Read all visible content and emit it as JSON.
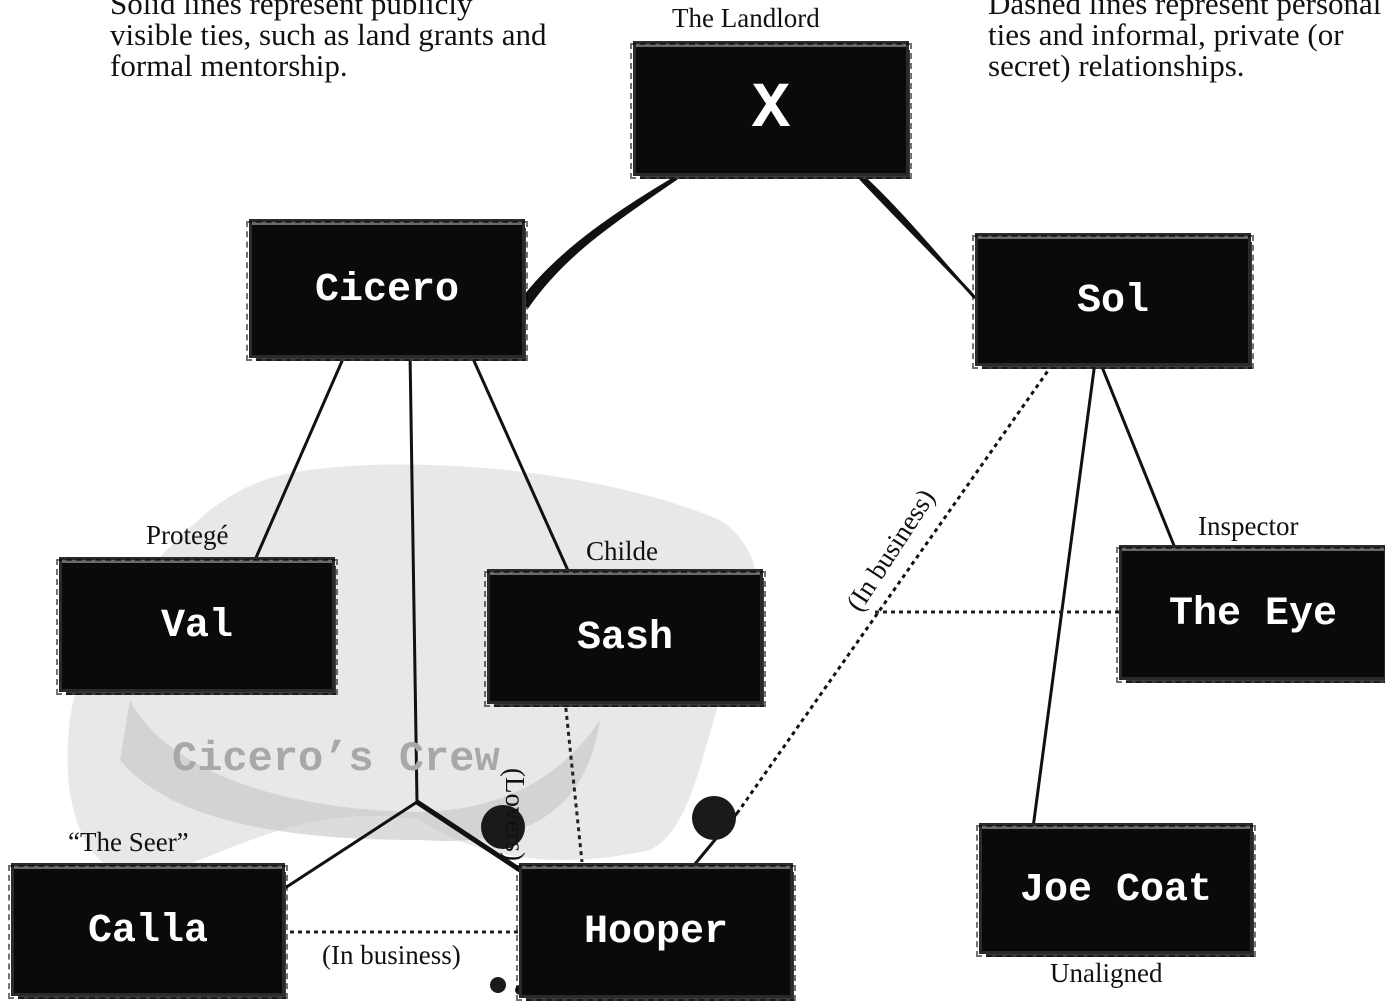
{
  "legend": {
    "solid_note": "Solid lines represent publicly visible ties, such as land grants and formal mentorship.",
    "dashed_note": "Dashed lines represent personal ties and informal, private (or secret) relationships."
  },
  "group_label": "Cicero’s Crew",
  "nodes": {
    "x": {
      "name": "X",
      "role": "The Landlord"
    },
    "cicero": {
      "name": "Cicero",
      "role": ""
    },
    "sol": {
      "name": "Sol",
      "role": ""
    },
    "val": {
      "name": "Val",
      "role": "Protegé"
    },
    "sash": {
      "name": "Sash",
      "role": "Childe"
    },
    "the_eye": {
      "name": "The Eye",
      "role": "Inspector"
    },
    "calla": {
      "name": "Calla",
      "role": "“The Seer”"
    },
    "hooper": {
      "name": "Hooper",
      "role": ""
    },
    "joe_coat": {
      "name": "Joe Coat",
      "role": "Unaligned"
    }
  },
  "relationships": {
    "lovers": "(Lovers)",
    "in_business_sol_hooper": "(In business)",
    "in_business_calla_hooper": "(In business)"
  },
  "colors": {
    "box": "#0a0a0a",
    "box_text": "#ffffff",
    "crew_text": "#a8a8a8",
    "ink": "#111111"
  }
}
